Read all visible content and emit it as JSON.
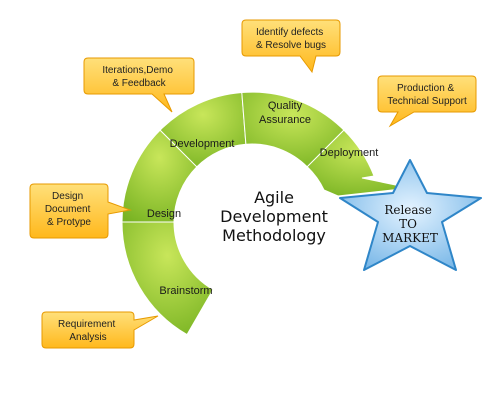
{
  "center": {
    "line1": "Agile",
    "line2": "Development",
    "line3": "Methodology"
  },
  "stages": [
    {
      "id": "brainstorm",
      "label": "Brainstorm"
    },
    {
      "id": "design",
      "label": "Design"
    },
    {
      "id": "development",
      "label": "Development"
    },
    {
      "id": "qa",
      "label_line1": "Quality",
      "label_line2": "Assurance"
    },
    {
      "id": "deployment",
      "label": "Deployment"
    }
  ],
  "callouts": [
    {
      "id": "requirement",
      "line1": "Requirement",
      "line2": "Analysis"
    },
    {
      "id": "design-doc",
      "line1": "Design",
      "line2": "Document",
      "line3": "& Protype"
    },
    {
      "id": "iterations",
      "line1": "Iterations,Demo",
      "line2": "& Feedback"
    },
    {
      "id": "defects",
      "line1": "Identify defects",
      "line2": "& Resolve bugs"
    },
    {
      "id": "production",
      "line1": "Production &",
      "line2": "Technical Support"
    }
  ],
  "release": {
    "line1": "Release",
    "line2": "TO",
    "line3": "MARKET"
  },
  "colors": {
    "arc_light": "#b9dd45",
    "arc_dark": "#6aa51c",
    "callout_fill": "#ffc52e",
    "callout_stroke": "#e79a00",
    "star_fill": "#a9d3f2",
    "star_stroke": "#2f86c8"
  }
}
